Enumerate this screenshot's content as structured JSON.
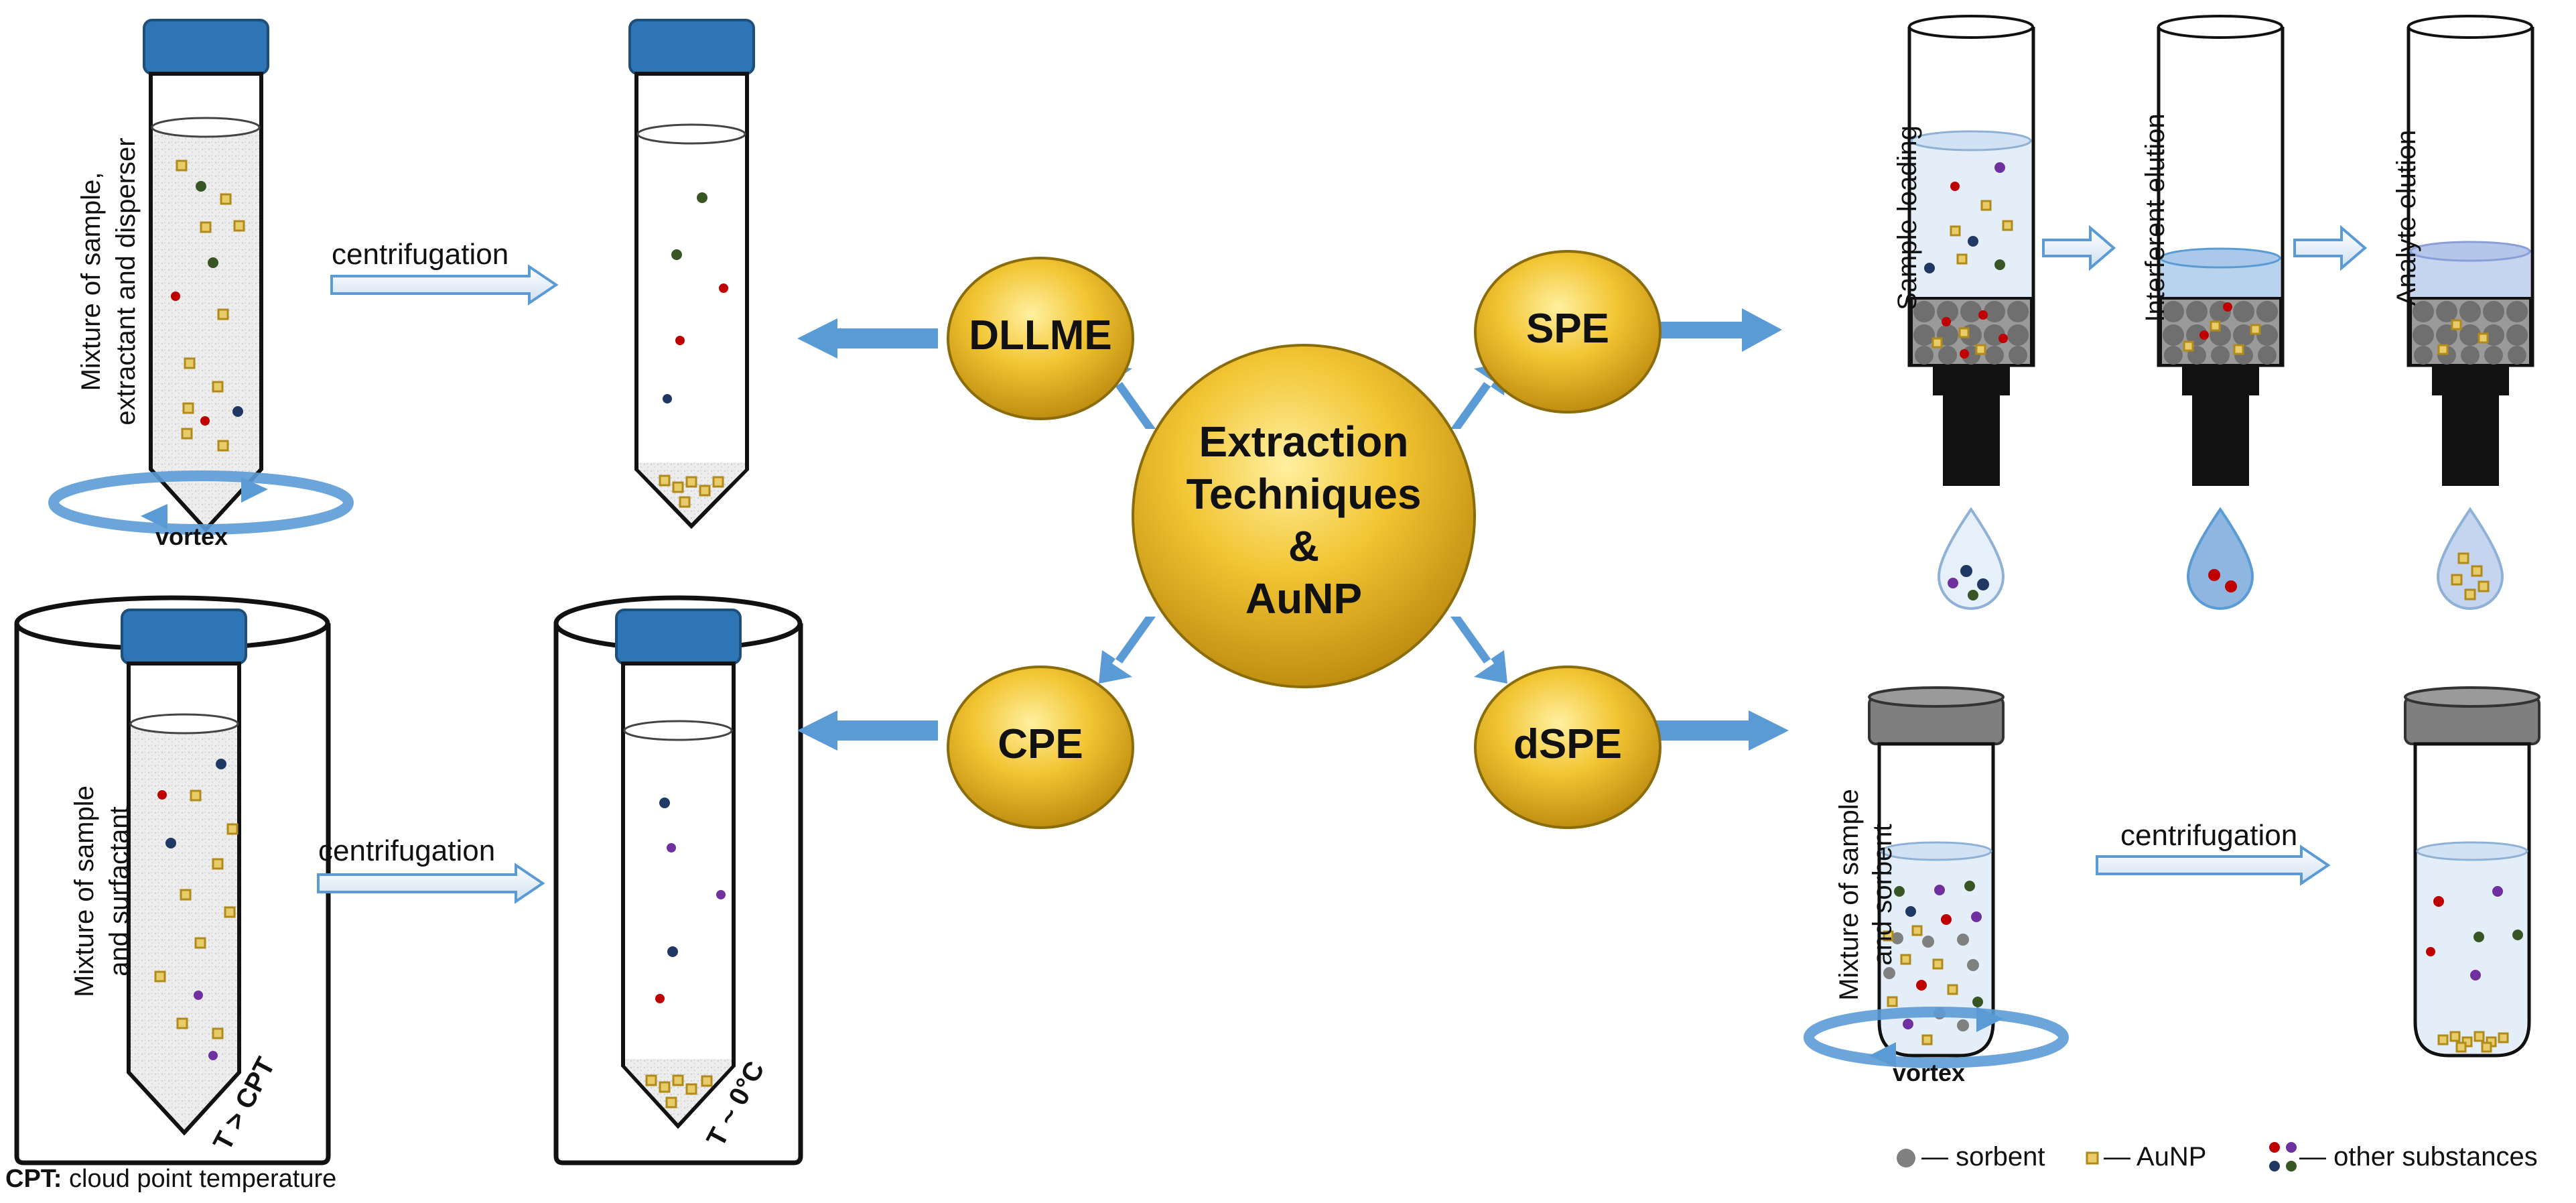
{
  "center": {
    "line1": "Extraction",
    "line2": "Techniques",
    "line3": "&",
    "line4": "AuNP"
  },
  "nodes": {
    "dllme": "DLLME",
    "spe": "SPE",
    "cpe": "CPE",
    "dspe": "dSPE"
  },
  "dllme_panel": {
    "tube_label_1": "Mixture of sample,",
    "tube_label_2": "extractant and disperser",
    "arrow_label": "centrifugation",
    "vortex_label": "vortex"
  },
  "cpe_panel": {
    "tube_label_1": "Mixture of sample",
    "tube_label_2": "and surfactant",
    "arrow_label": "centrifugation",
    "temp_high": "T > CPT",
    "temp_low": "T ~ 0°C"
  },
  "spe_panel": {
    "step1": "Sample loading",
    "step2": "Interferent elution",
    "step3": "Analyte elution"
  },
  "dspe_panel": {
    "vial_label_1": "Mixture of sample",
    "vial_label_2": "and sorbent",
    "arrow_label": "centrifugation",
    "vortex_label": "vortex"
  },
  "footnote": {
    "abbr": "CPT:",
    "text": " cloud point temperature"
  },
  "legend": {
    "sorbent": "— sorbent",
    "aunp": "— AuNP",
    "other": "— other substances"
  },
  "colors": {
    "gold": "#d4a40c",
    "blue_arrow": "#5b9bd5",
    "cap_blue": "#2e75b6",
    "cap_gray": "#7f7f7f",
    "particle_red": "#c00000",
    "particle_green": "#375623",
    "particle_navy": "#1f3864",
    "particle_purple": "#7030a0",
    "aunp": "#c9a227",
    "sorbent": "#808080"
  }
}
